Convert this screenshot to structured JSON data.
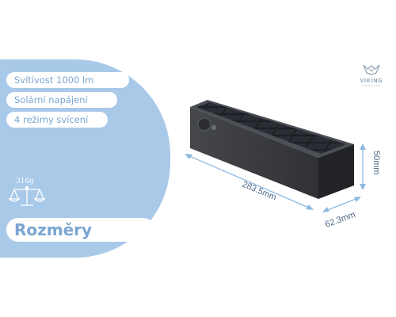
{
  "features": [
    "Svítivost 1000 lm",
    "Solární napájení",
    "4 režimy svícení"
  ],
  "weight": "310g",
  "title": "Rozměry",
  "brand": {
    "name": "VIKING",
    "tagline": "TECHNOLOGY"
  },
  "dimensions": {
    "length": "283.5mm",
    "depth": "62.3mm",
    "height": "50mm"
  },
  "colors": {
    "panel": "#a9c9e9",
    "pill_text": "#7ba6d2",
    "product_dark": "#3a3c40",
    "dimension_arrow": "#8eb8e0"
  },
  "icons": [
    "scale-icon",
    "viking-logo-icon"
  ]
}
